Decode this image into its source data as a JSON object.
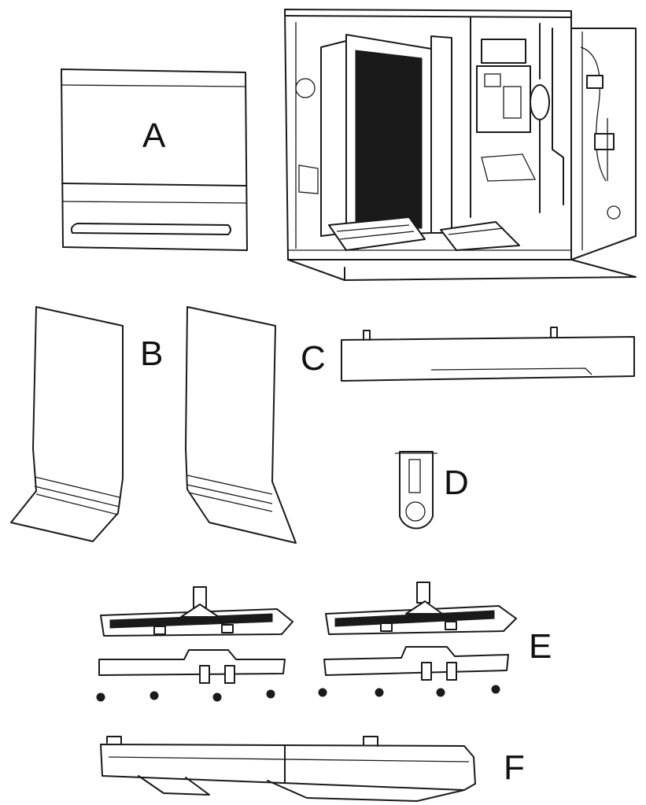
{
  "labels": {
    "a": "A",
    "b": "B",
    "c": "C",
    "d": "D",
    "e": "E",
    "f": "F"
  },
  "colors": {
    "line": "#1a1a1a",
    "background": "#ffffff"
  }
}
